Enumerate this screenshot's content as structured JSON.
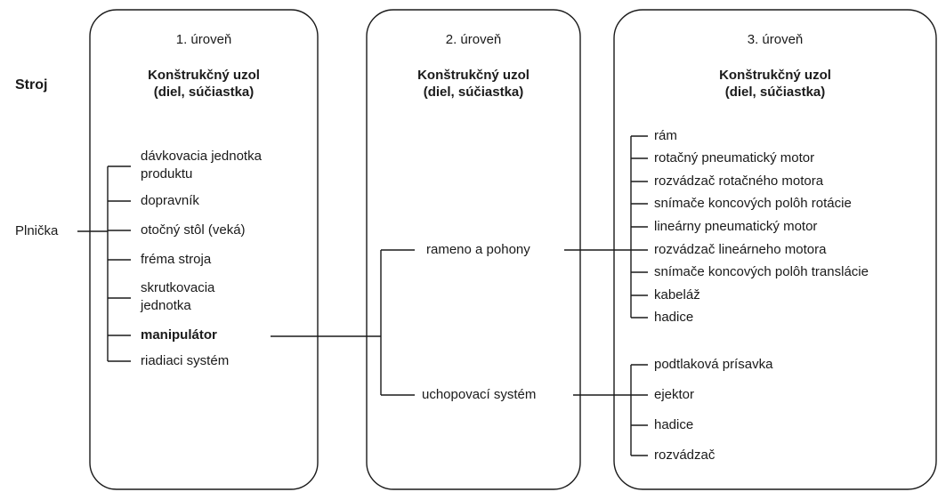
{
  "machine_label": "Stroj",
  "machine_name": "Plnička",
  "columns": [
    {
      "level": "1. úroveň",
      "header": [
        "Konštrukčný uzol",
        "(diel, súčiastka)"
      ],
      "items": [
        [
          "dávkovacia jednotka",
          "produktu"
        ],
        [
          "dopravník"
        ],
        [
          "otočný stôl (veká)"
        ],
        [
          "fréma stroja"
        ],
        [
          "skrutkovacia",
          "jednotka"
        ],
        [
          "manipulátor"
        ],
        [
          "riadiaci systém"
        ]
      ]
    },
    {
      "level": "2. úroveň",
      "header": [
        "Konštrukčný uzol",
        "(diel, súčiastka)"
      ],
      "items": [
        "rameno a pohony",
        "uchopovací systém"
      ]
    },
    {
      "level": "3. úroveň",
      "header": [
        "Konštrukčný uzol",
        "(diel, súčiastka)"
      ],
      "groups": [
        {
          "parent": "rameno a pohony",
          "items": [
            "rám",
            "rotačný pneumatický motor",
            "rozvádzač rotačného motora",
            "snímače koncových polôh rotácie",
            "lineárny pneumatický motor",
            "rozvádzač lineárneho motora",
            "snímače koncových polôh translácie",
            "kabeláž",
            "hadice"
          ]
        },
        {
          "parent": "uchopovací systém",
          "items": [
            "podtlaková prísavka",
            "ejektor",
            "hadice",
            "rozvádzač"
          ]
        }
      ]
    }
  ]
}
